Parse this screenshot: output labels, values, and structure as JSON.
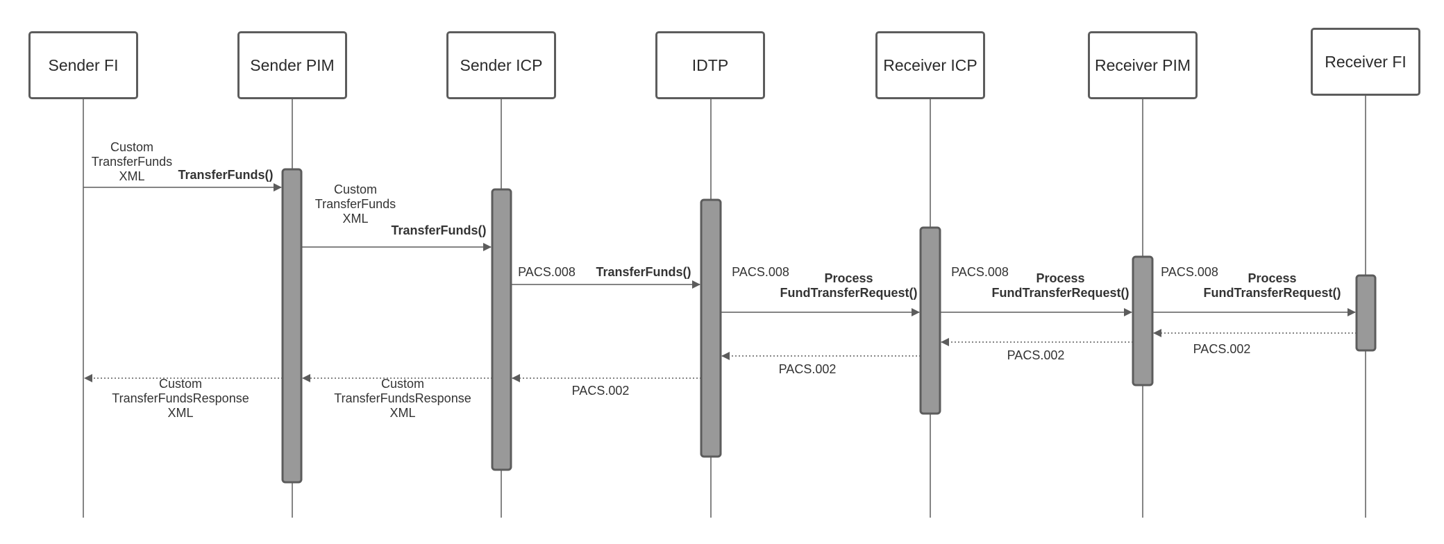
{
  "actors": [
    {
      "id": "sender-fi",
      "label": "Sender FI"
    },
    {
      "id": "sender-pim",
      "label": "Sender PIM"
    },
    {
      "id": "sender-icp",
      "label": "Sender ICP"
    },
    {
      "id": "idtp",
      "label": "IDTP"
    },
    {
      "id": "receiver-icp",
      "label": "Receiver ICP"
    },
    {
      "id": "receiver-pim",
      "label": "Receiver PIM"
    },
    {
      "id": "receiver-fi",
      "label": "Receiver FI"
    }
  ],
  "messages": {
    "m1": {
      "payload": "Custom\nTransferFunds\nXML",
      "call": "TransferFunds()"
    },
    "m2": {
      "payload": "Custom\nTransferFunds\nXML",
      "call": "TransferFunds()"
    },
    "m3": {
      "payload": "PACS.008",
      "call": "TransferFunds()"
    },
    "m4": {
      "payload": "PACS.008",
      "call": "Process\nFundTransferRequest()"
    },
    "m5": {
      "payload": "PACS.008",
      "call": "Process\nFundTransferRequest()"
    },
    "m6": {
      "payload": "PACS.008",
      "call": "Process\nFundTransferRequest()"
    },
    "r1": {
      "payload": "PACS.002"
    },
    "r2": {
      "payload": "PACS.002"
    },
    "r3": {
      "payload": "PACS.002"
    },
    "r4": {
      "payload": "PACS.002"
    },
    "r5": {
      "payload": "Custom\nTransferFundsResponse\nXML"
    },
    "r6": {
      "payload": "Custom\nTransferFundsResponse\nXML"
    }
  },
  "colors": {
    "line": "#5c5c5c",
    "activation_fill": "#999999",
    "activation_stroke": "#5c5c5c",
    "text": "#333333"
  }
}
